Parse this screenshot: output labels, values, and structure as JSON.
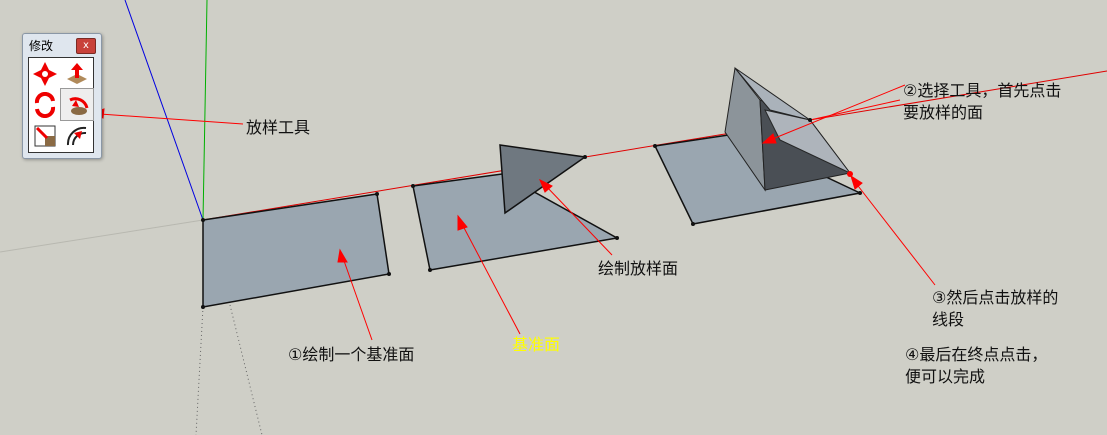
{
  "toolbar": {
    "title": "修改",
    "close_label": "x",
    "tools": [
      {
        "name": "move-icon"
      },
      {
        "name": "push-pull-icon"
      },
      {
        "name": "rotate-icon"
      },
      {
        "name": "follow-me-icon",
        "selected": true
      },
      {
        "name": "scale-icon"
      },
      {
        "name": "offset-icon"
      }
    ]
  },
  "annotations": {
    "follow_me_tool": "放样工具",
    "step1": "①绘制一个基准面",
    "base_face": "基准面",
    "draw_profile": "绘制放样面",
    "step2_line1": "②选择工具，首先点击",
    "step2_line2": "要放样的面",
    "step3_line1": "③然后点击放样的",
    "step3_line2": "线段",
    "step4_line1": "④最后在终点点击，",
    "step4_line2": "便可以完成"
  },
  "colors": {
    "background": "#cfcfc7",
    "face": "#9aa6b0",
    "annotation": "#ff0000",
    "highlight_text": "#ffff00"
  }
}
